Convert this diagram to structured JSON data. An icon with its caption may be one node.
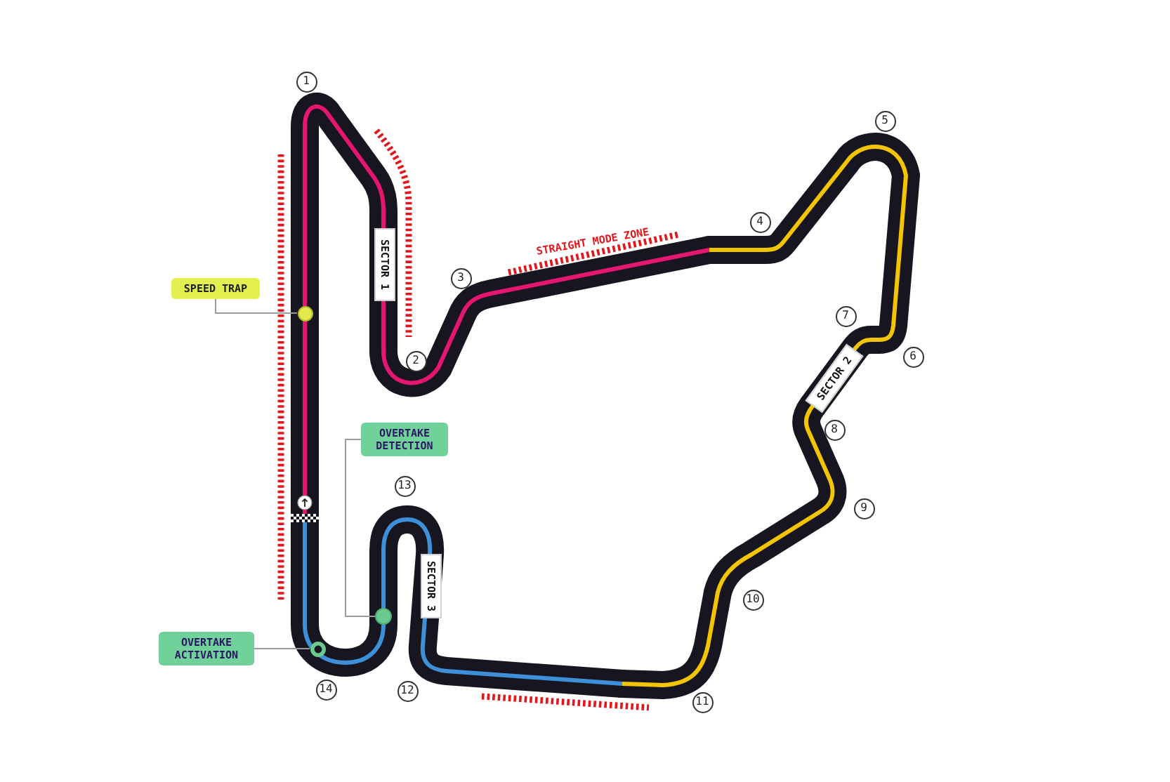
{
  "diagram": {
    "nodes": [
      {
        "text": [
          "1"
        ]
      },
      {
        "text": [
          "5"
        ]
      },
      {
        "text": [
          "4"
        ]
      },
      {
        "text": [
          "SECTOR 1"
        ]
      },
      {
        "text": [
          "3"
        ]
      },
      {
        "text": [
          "SPEED TRAP"
        ]
      },
      {
        "text": [],
        "shape": "circle"
      },
      {
        "text": [
          "7"
        ]
      },
      {
        "text": [
          "6"
        ]
      },
      {
        "text": [
          "2"
        ]
      },
      {
        "text": [
          "SECTOR 2"
        ]
      },
      {
        "text": [
          "8"
        ]
      },
      {
        "text": [
          "OVERTAKE DETECTION"
        ]
      },
      {
        "text": [
          "13"
        ]
      },
      {
        "text": [
          "9"
        ]
      },
      {
        "text": [
          "SECTOR 3"
        ]
      },
      {
        "text": [
          "10"
        ]
      },
      {
        "text": [],
        "shape": "circle"
      },
      {
        "text": [
          "OVERTAKE ACTIVATION"
        ]
      },
      {
        "text": [],
        "shape": "ring"
      },
      {
        "text": [
          "14"
        ]
      },
      {
        "text": [
          "12"
        ]
      },
      {
        "text": [
          "11"
        ]
      }
    ],
    "edges": [
      {
        "from": 5,
        "to": 6,
        "arrow": "none"
      },
      {
        "from": 12,
        "to": 17,
        "arrow": "none"
      },
      {
        "from": 18,
        "to": 19,
        "arrow": "none"
      }
    ],
    "labels": [
      "STRAIGHT MODE ZONE"
    ]
  }
}
